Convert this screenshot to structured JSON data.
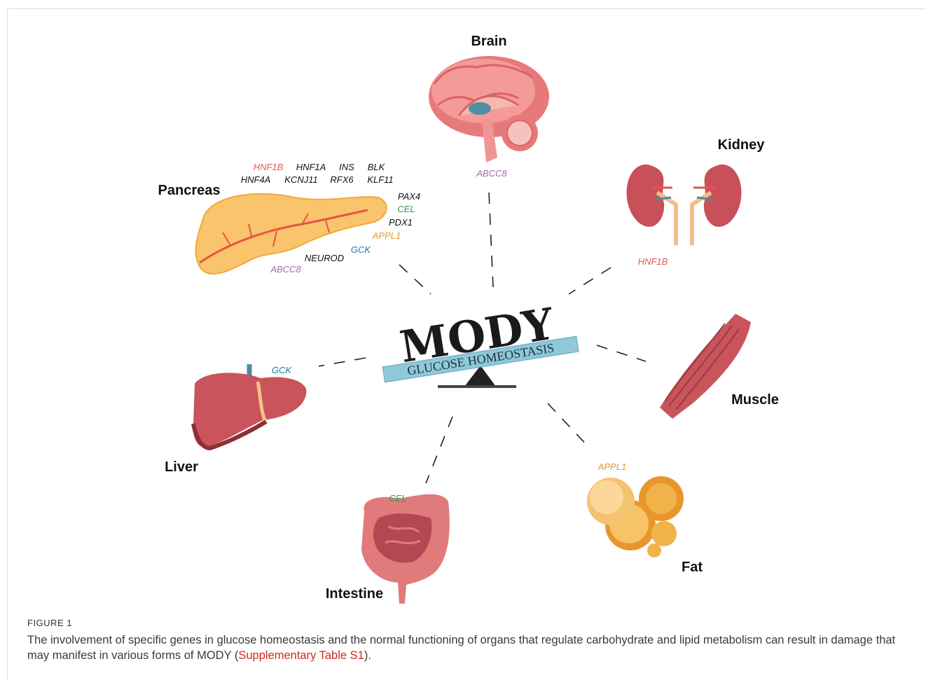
{
  "colors": {
    "gene_red": "#e05a4a",
    "gene_black": "#111111",
    "gene_green": "#2e9d4a",
    "gene_teal": "#1f7fa6",
    "gene_orange": "#e29a2d",
    "gene_purple": "#b061b9",
    "link_red": "#d0281f"
  },
  "center": {
    "title": "MODY",
    "subtitle": "GLUCOSE HOMEOSTASIS"
  },
  "organs": {
    "brain": {
      "label": "Brain",
      "genes": [
        "ABCC8"
      ]
    },
    "kidney": {
      "label": "Kidney",
      "genes": [
        "HNF1B"
      ]
    },
    "pancreas": {
      "label": "Pancreas",
      "genes": [
        "HNF1B",
        "HNF1A",
        "INS",
        "BLK",
        "HNF4A",
        "KCNJ11",
        "RFX6",
        "KLF11",
        "PAX4",
        "CEL",
        "PDX1",
        "APPL1",
        "GCK",
        "NEUROD",
        "ABCC8"
      ]
    },
    "liver": {
      "label": "Liver",
      "genes": [
        "GCK"
      ]
    },
    "muscle": {
      "label": "Muscle",
      "genes": []
    },
    "intestine": {
      "label": "Intestine",
      "genes": [
        "CEL"
      ]
    },
    "fat": {
      "label": "Fat",
      "genes": [
        "APPL1"
      ]
    }
  },
  "caption": {
    "label": "FIGURE 1",
    "text": "The involvement of specific genes in glucose homeostasis and the normal functioning of organs that regulate carbohydrate and lipid metabolism can result in damage that may manifest in various forms of MODY (",
    "link": "Supplementary Table S1",
    "end": ")."
  }
}
